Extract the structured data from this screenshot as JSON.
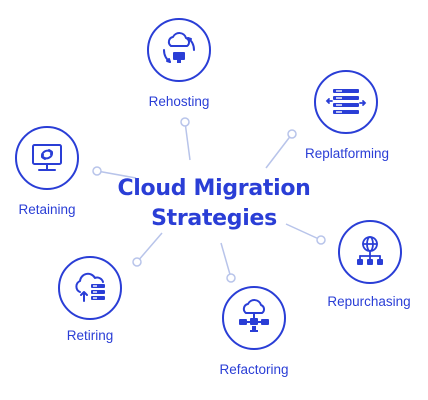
{
  "title": {
    "line1": "Cloud Migration",
    "line2": "Strategies"
  },
  "colors": {
    "primary": "#2a3ed6",
    "connector": "#9fb0e0"
  },
  "strategies": [
    {
      "label": "Rehosting",
      "icon": "cloud-cycle-icon"
    },
    {
      "label": "Replatforming",
      "icon": "server-arrows-icon"
    },
    {
      "label": "Repurchasing",
      "icon": "globe-network-icon"
    },
    {
      "label": "Refactoring",
      "icon": "cloud-network-icon"
    },
    {
      "label": "Retiring",
      "icon": "cloud-server-icon"
    },
    {
      "label": "Retaining",
      "icon": "monitor-sync-icon"
    }
  ]
}
